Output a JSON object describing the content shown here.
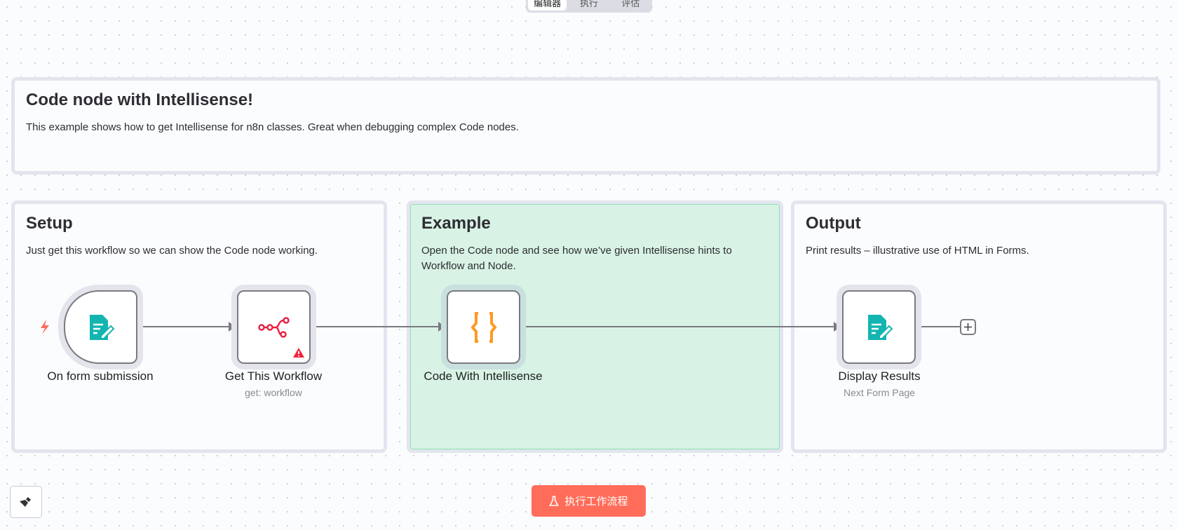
{
  "header": {
    "tabs": [
      {
        "label": "编辑器",
        "active": true
      },
      {
        "label": "执行"
      },
      {
        "label": "评估"
      }
    ]
  },
  "stickies": {
    "intro": {
      "title": "Code node with Intellisense!",
      "text": "This example shows how to get Intellisense for n8n classes. Great when debugging complex Code nodes."
    },
    "setup": {
      "title": "Setup",
      "text": "Just get this workflow so we can show the Code node working."
    },
    "example": {
      "title": "Example",
      "text": "Open the Code node and see how we’ve given Intellisense hints to Workflow and Node."
    },
    "output": {
      "title": "Output",
      "text": "Print results – illustrative use of HTML in Forms."
    }
  },
  "nodes": [
    {
      "name": "On form submission",
      "icon": "form-icon"
    },
    {
      "name": "Get This Workflow",
      "subtitle": "get: workflow",
      "icon": "n8n-icon",
      "warning": true
    },
    {
      "name": "Code With Intellisense",
      "icon": "code-braces-icon"
    },
    {
      "name": "Display Results",
      "subtitle": "Next Form Page",
      "icon": "form-icon"
    }
  ],
  "footer": {
    "run_label": "执行工作流程"
  },
  "colors": {
    "accent": "#ff6d5a",
    "form_icon": "#13b5b1",
    "code_icon": "#ff9922",
    "warning": "#f0243d",
    "example_bg": "#d8f3e5"
  }
}
